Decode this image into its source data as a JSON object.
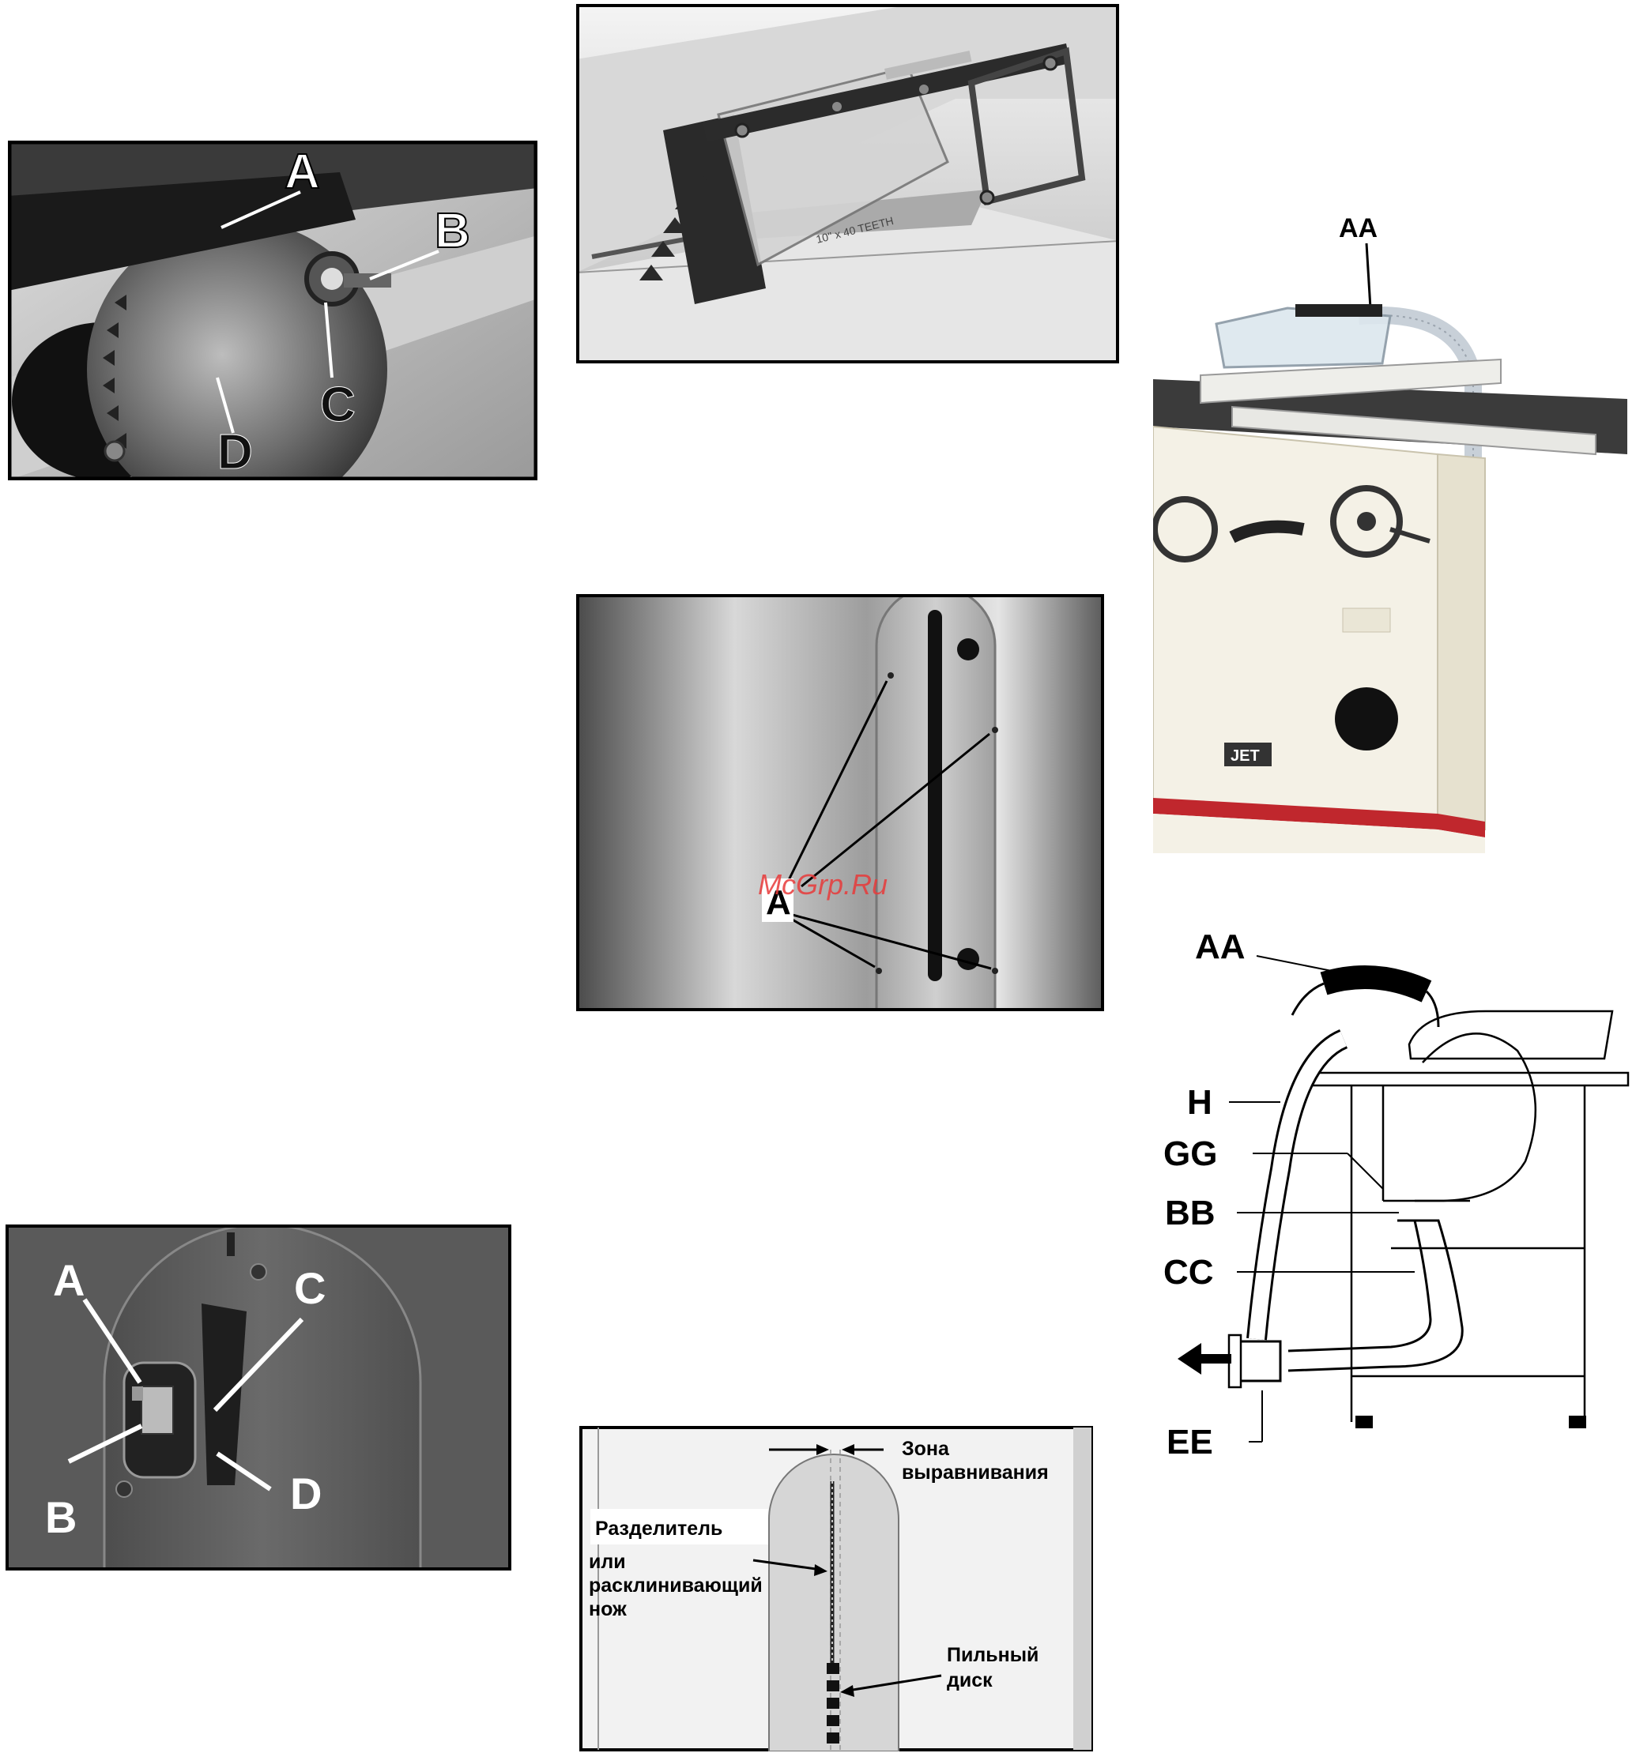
{
  "fig_blade": {
    "a": "A",
    "b": "B",
    "c": "C",
    "d": "D"
  },
  "fig_guard": {
    "plate_text": "10\" x 40 TEETH"
  },
  "fig_plate": {
    "label": "A",
    "watermark": "McGrp.Ru"
  },
  "fig_machine": {
    "label": "AA",
    "brand": "JET"
  },
  "fig_hose": {
    "aa": "AA",
    "h": "H",
    "gg": "GG",
    "bb": "BB",
    "cc": "CC",
    "ee": "EE"
  },
  "fig_insert": {
    "a": "A",
    "b": "B",
    "c": "C",
    "d": "D"
  },
  "fig_align": {
    "zone_1": "Зона",
    "zone_2": "выравнивания",
    "splitter_1": "Разделитель",
    "splitter_2": "или",
    "splitter_3": "расклинивающий",
    "splitter_4": "нож",
    "blade_1": "Пильный",
    "blade_2": "диск"
  }
}
